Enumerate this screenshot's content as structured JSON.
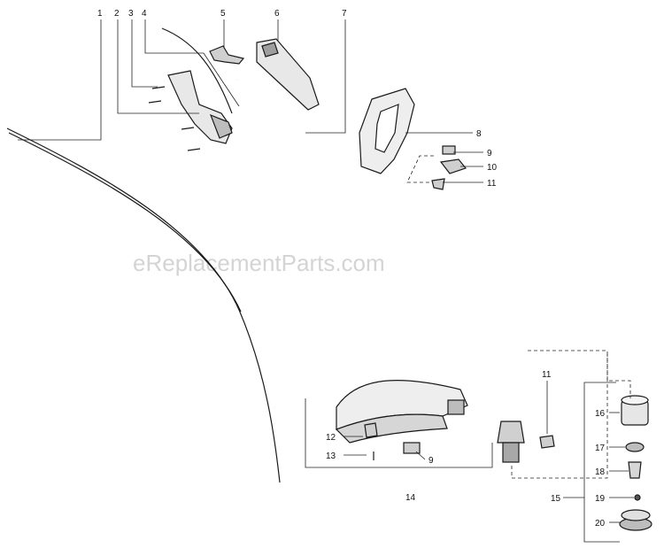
{
  "watermark": "eReplacementParts.com",
  "callouts": {
    "c1": "1",
    "c2": "2",
    "c3": "3",
    "c4": "4",
    "c5": "5",
    "c6": "6",
    "c7": "7",
    "c8": "8",
    "c9a": "9",
    "c10": "10",
    "c11a": "11",
    "c11b": "11",
    "c12": "12",
    "c13": "13",
    "c9b": "9",
    "c14": "14",
    "c15": "15",
    "c16": "16",
    "c17": "17",
    "c18": "18",
    "c19": "19",
    "c20": "20"
  },
  "icons": [
    "flex-shaft-icon",
    "handle-grip-icon",
    "cable-icon",
    "throttle-trigger-icon",
    "shaft-clamp-icon",
    "drive-tube-icon",
    "assist-handle-icon",
    "deflector-shield-icon",
    "trimmer-head-icon"
  ]
}
